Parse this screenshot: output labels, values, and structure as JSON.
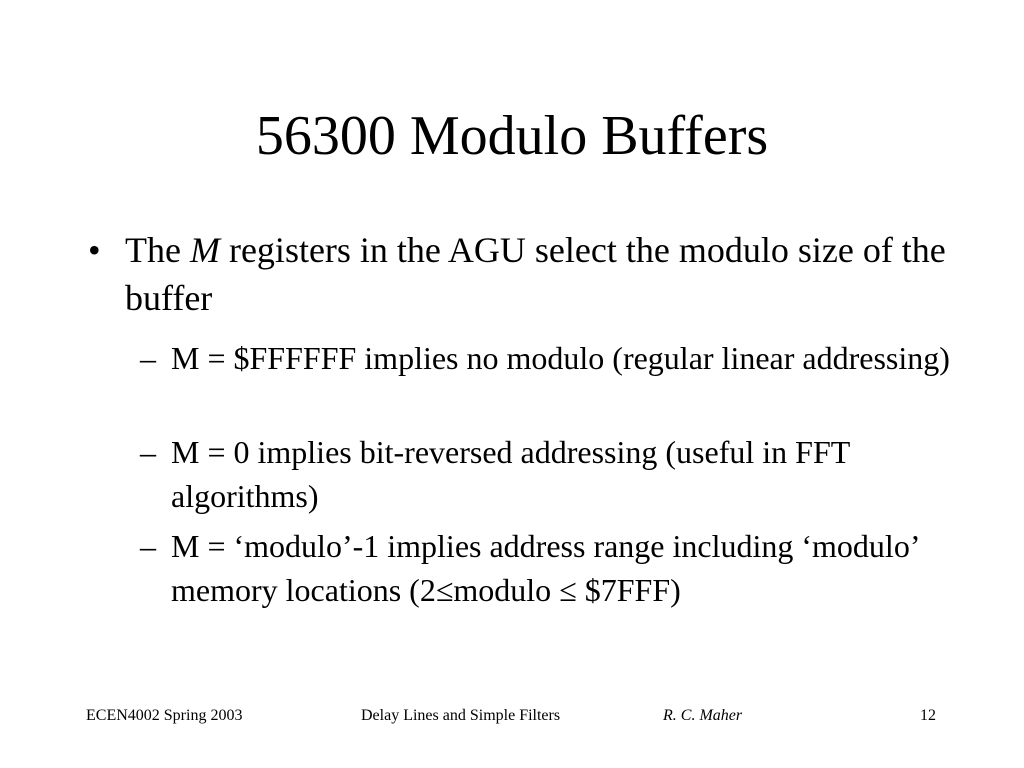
{
  "slide": {
    "title": "56300 Modulo Buffers",
    "bullet": {
      "marker": "•",
      "text_before": "The ",
      "text_italic": "M",
      "text_after": " registers in the AGU select the modulo size of the buffer"
    },
    "subbullets": [
      {
        "marker": "–",
        "text": "M = $FFFFFF implies no modulo (regular linear addressing)"
      },
      {
        "marker": "–",
        "text": "M = 0 implies bit-reversed addressing (useful in FFT algorithms)"
      },
      {
        "marker": "–",
        "text": "M = ‘modulo’-1 implies address range including ‘modulo’ memory locations (2≤modulo ≤ $7FFF)"
      }
    ]
  },
  "footer": {
    "course": "ECEN4002 Spring 2003",
    "topic": "Delay Lines and Simple Filters",
    "author": "R. C. Maher",
    "page": "12"
  }
}
